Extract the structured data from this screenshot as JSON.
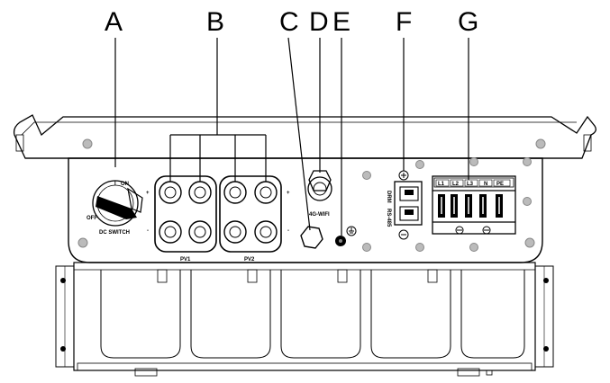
{
  "callouts": [
    {
      "letter": "A",
      "part": "DC switch"
    },
    {
      "letter": "B",
      "part": "PV1 / PV2 connectors"
    },
    {
      "letter": "C",
      "part": "Cable gland"
    },
    {
      "letter": "D",
      "part": "4G/WiFi port"
    },
    {
      "letter": "E",
      "part": "Grounding screw"
    },
    {
      "letter": "F",
      "part": "DRM / RS-485 ports"
    },
    {
      "letter": "G",
      "part": "AC terminal"
    }
  ],
  "labels": {
    "dc_switch": "DC SWITCH",
    "on": "ON",
    "on_mark": "I",
    "off": "OFF",
    "pv1": "PV1",
    "pv2": "PV2",
    "wifi": "4G-WIFI",
    "drm": "DRM",
    "rs485": "RS-485",
    "plus": "+",
    "minus": "-"
  },
  "ac_terminals": [
    "L1",
    "L2",
    "L3",
    "N",
    "PE"
  ]
}
